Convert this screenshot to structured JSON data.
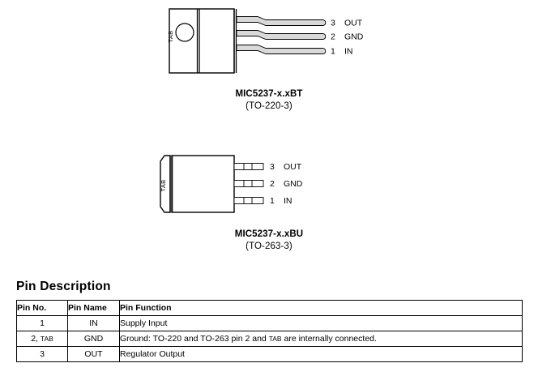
{
  "packages": [
    {
      "id": "to220",
      "tab_label": "TAB",
      "part_number": "MIC5237-x.xBT",
      "package_code": "(TO-220-3)",
      "pins": [
        {
          "number": "3",
          "name": "OUT"
        },
        {
          "number": "2",
          "name": "GND"
        },
        {
          "number": "1",
          "name": "IN"
        }
      ]
    },
    {
      "id": "to263",
      "tab_label": "TAB",
      "part_number": "MIC5237-x.xBU",
      "package_code": "(TO-263-3)",
      "pins": [
        {
          "number": "3",
          "name": "OUT"
        },
        {
          "number": "2",
          "name": "GND"
        },
        {
          "number": "1",
          "name": "IN"
        }
      ]
    }
  ],
  "pin_description": {
    "heading": "Pin Description",
    "columns": [
      "Pin No.",
      "Pin Name",
      "Pin Function"
    ],
    "rows": [
      {
        "no": "1",
        "no_suffix": "",
        "name": "IN",
        "function_pre": "Supply Input",
        "function_tab": "",
        "function_post": ""
      },
      {
        "no": "2, ",
        "no_suffix": "TAB",
        "name": "GND",
        "function_pre": "Ground: TO-220 and TO-263 pin 2 and ",
        "function_tab": "TAB",
        "function_post": " are internally connected."
      },
      {
        "no": "3",
        "no_suffix": "",
        "name": "OUT",
        "function_pre": "Regulator Output",
        "function_tab": "",
        "function_post": ""
      }
    ]
  },
  "colors": {
    "line": "#000000",
    "lead_fill": "#d9d9d9",
    "background": "#ffffff"
  }
}
